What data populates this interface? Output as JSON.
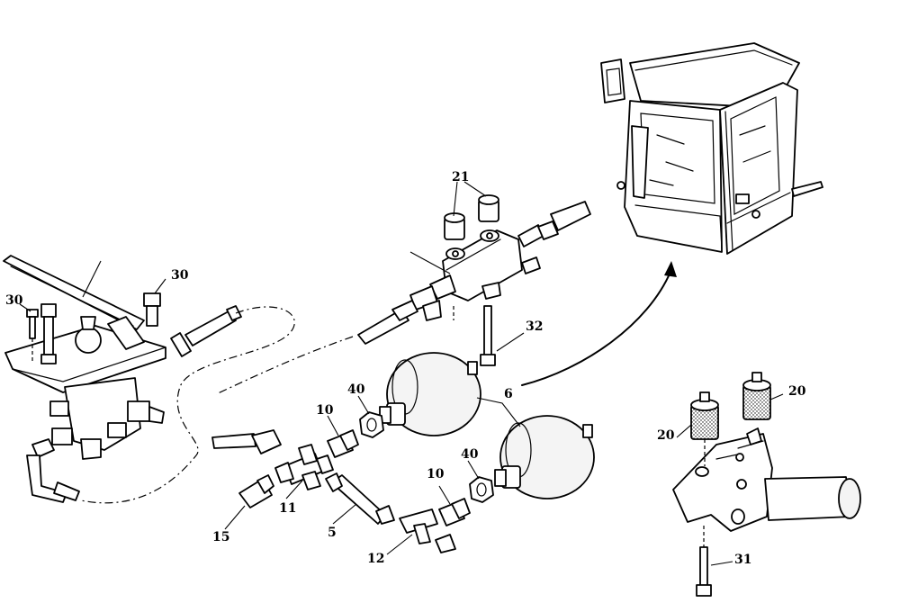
{
  "labels": {
    "l30a": "30",
    "l30b": "30",
    "l21": "21",
    "l32": "32",
    "l40a": "40",
    "l10a": "10",
    "l6": "6",
    "l40b": "40",
    "l10b": "10",
    "l15": "15",
    "l11": "11",
    "l5": "5",
    "l12": "12",
    "l20a": "20",
    "l20b": "20",
    "l31": "31"
  }
}
